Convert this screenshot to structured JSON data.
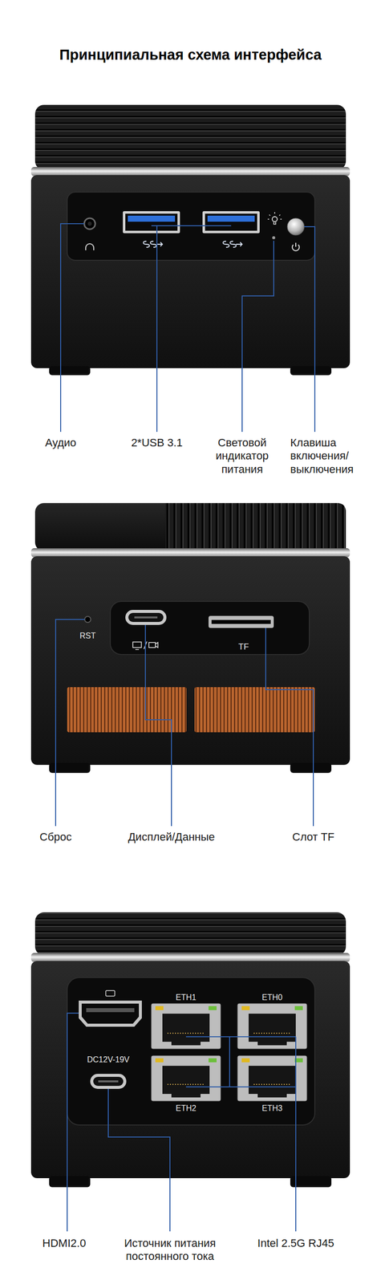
{
  "diagram": {
    "title": "Принципиальная схема интерфейса",
    "labels": [
      "Аудио",
      "2*USB 3.1",
      "Световой индикатор питания",
      "Клавиша включения/ выключения",
      "RST",
      "TF",
      "Сброс",
      "Дисплей/Данные",
      "Слот TF",
      "ETH1",
      "ETH0",
      "DC12V-19V",
      "ETH2",
      "ETH3",
      "HDMI2.0",
      "Источник питания постоянного тока",
      "Intel 2.5G RJ45"
    ]
  }
}
